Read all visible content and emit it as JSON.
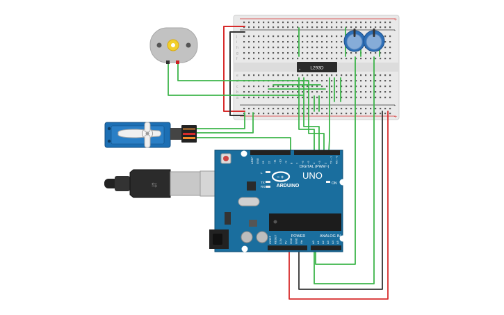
{
  "chip": {
    "label": "L293D"
  },
  "arduino": {
    "brand": "ARDUINO",
    "model": "UNO",
    "digital_header": "DIGITAL (PWM~)",
    "power_header": "POWER",
    "analog_header": "ANALOG IN",
    "on_label": "ON",
    "led_l": "L",
    "led_tx": "TX",
    "led_rx": "RX",
    "top_pins": [
      "AREF",
      "GND",
      "13",
      "12",
      "~11",
      "~10",
      "~9",
      "8",
      "7",
      "~6",
      "~5",
      "4",
      "~3",
      "2",
      "TX→1",
      "RX←0"
    ],
    "power_pins": [
      "IOREF",
      "RESET",
      "3.3V",
      "5V",
      "GND",
      "GND",
      "Vin"
    ],
    "analog_pins": [
      "A0",
      "A1",
      "A2",
      "A3",
      "A4",
      "A5"
    ]
  },
  "breadboard": {
    "row_letters_top": [
      "j",
      "i",
      "h",
      "g",
      "f"
    ],
    "row_letters_bottom": [
      "e",
      "d",
      "c",
      "b",
      "a"
    ],
    "rail_plus": "+",
    "rail_minus": "-"
  },
  "colors": {
    "wire_green": "#3db54a",
    "wire_red": "#d72b2b",
    "wire_black": "#333333",
    "arduino_blue": "#1a6e9e",
    "pot_blue": "#2d6fb7",
    "servo_blue": "#1c6fb4"
  }
}
